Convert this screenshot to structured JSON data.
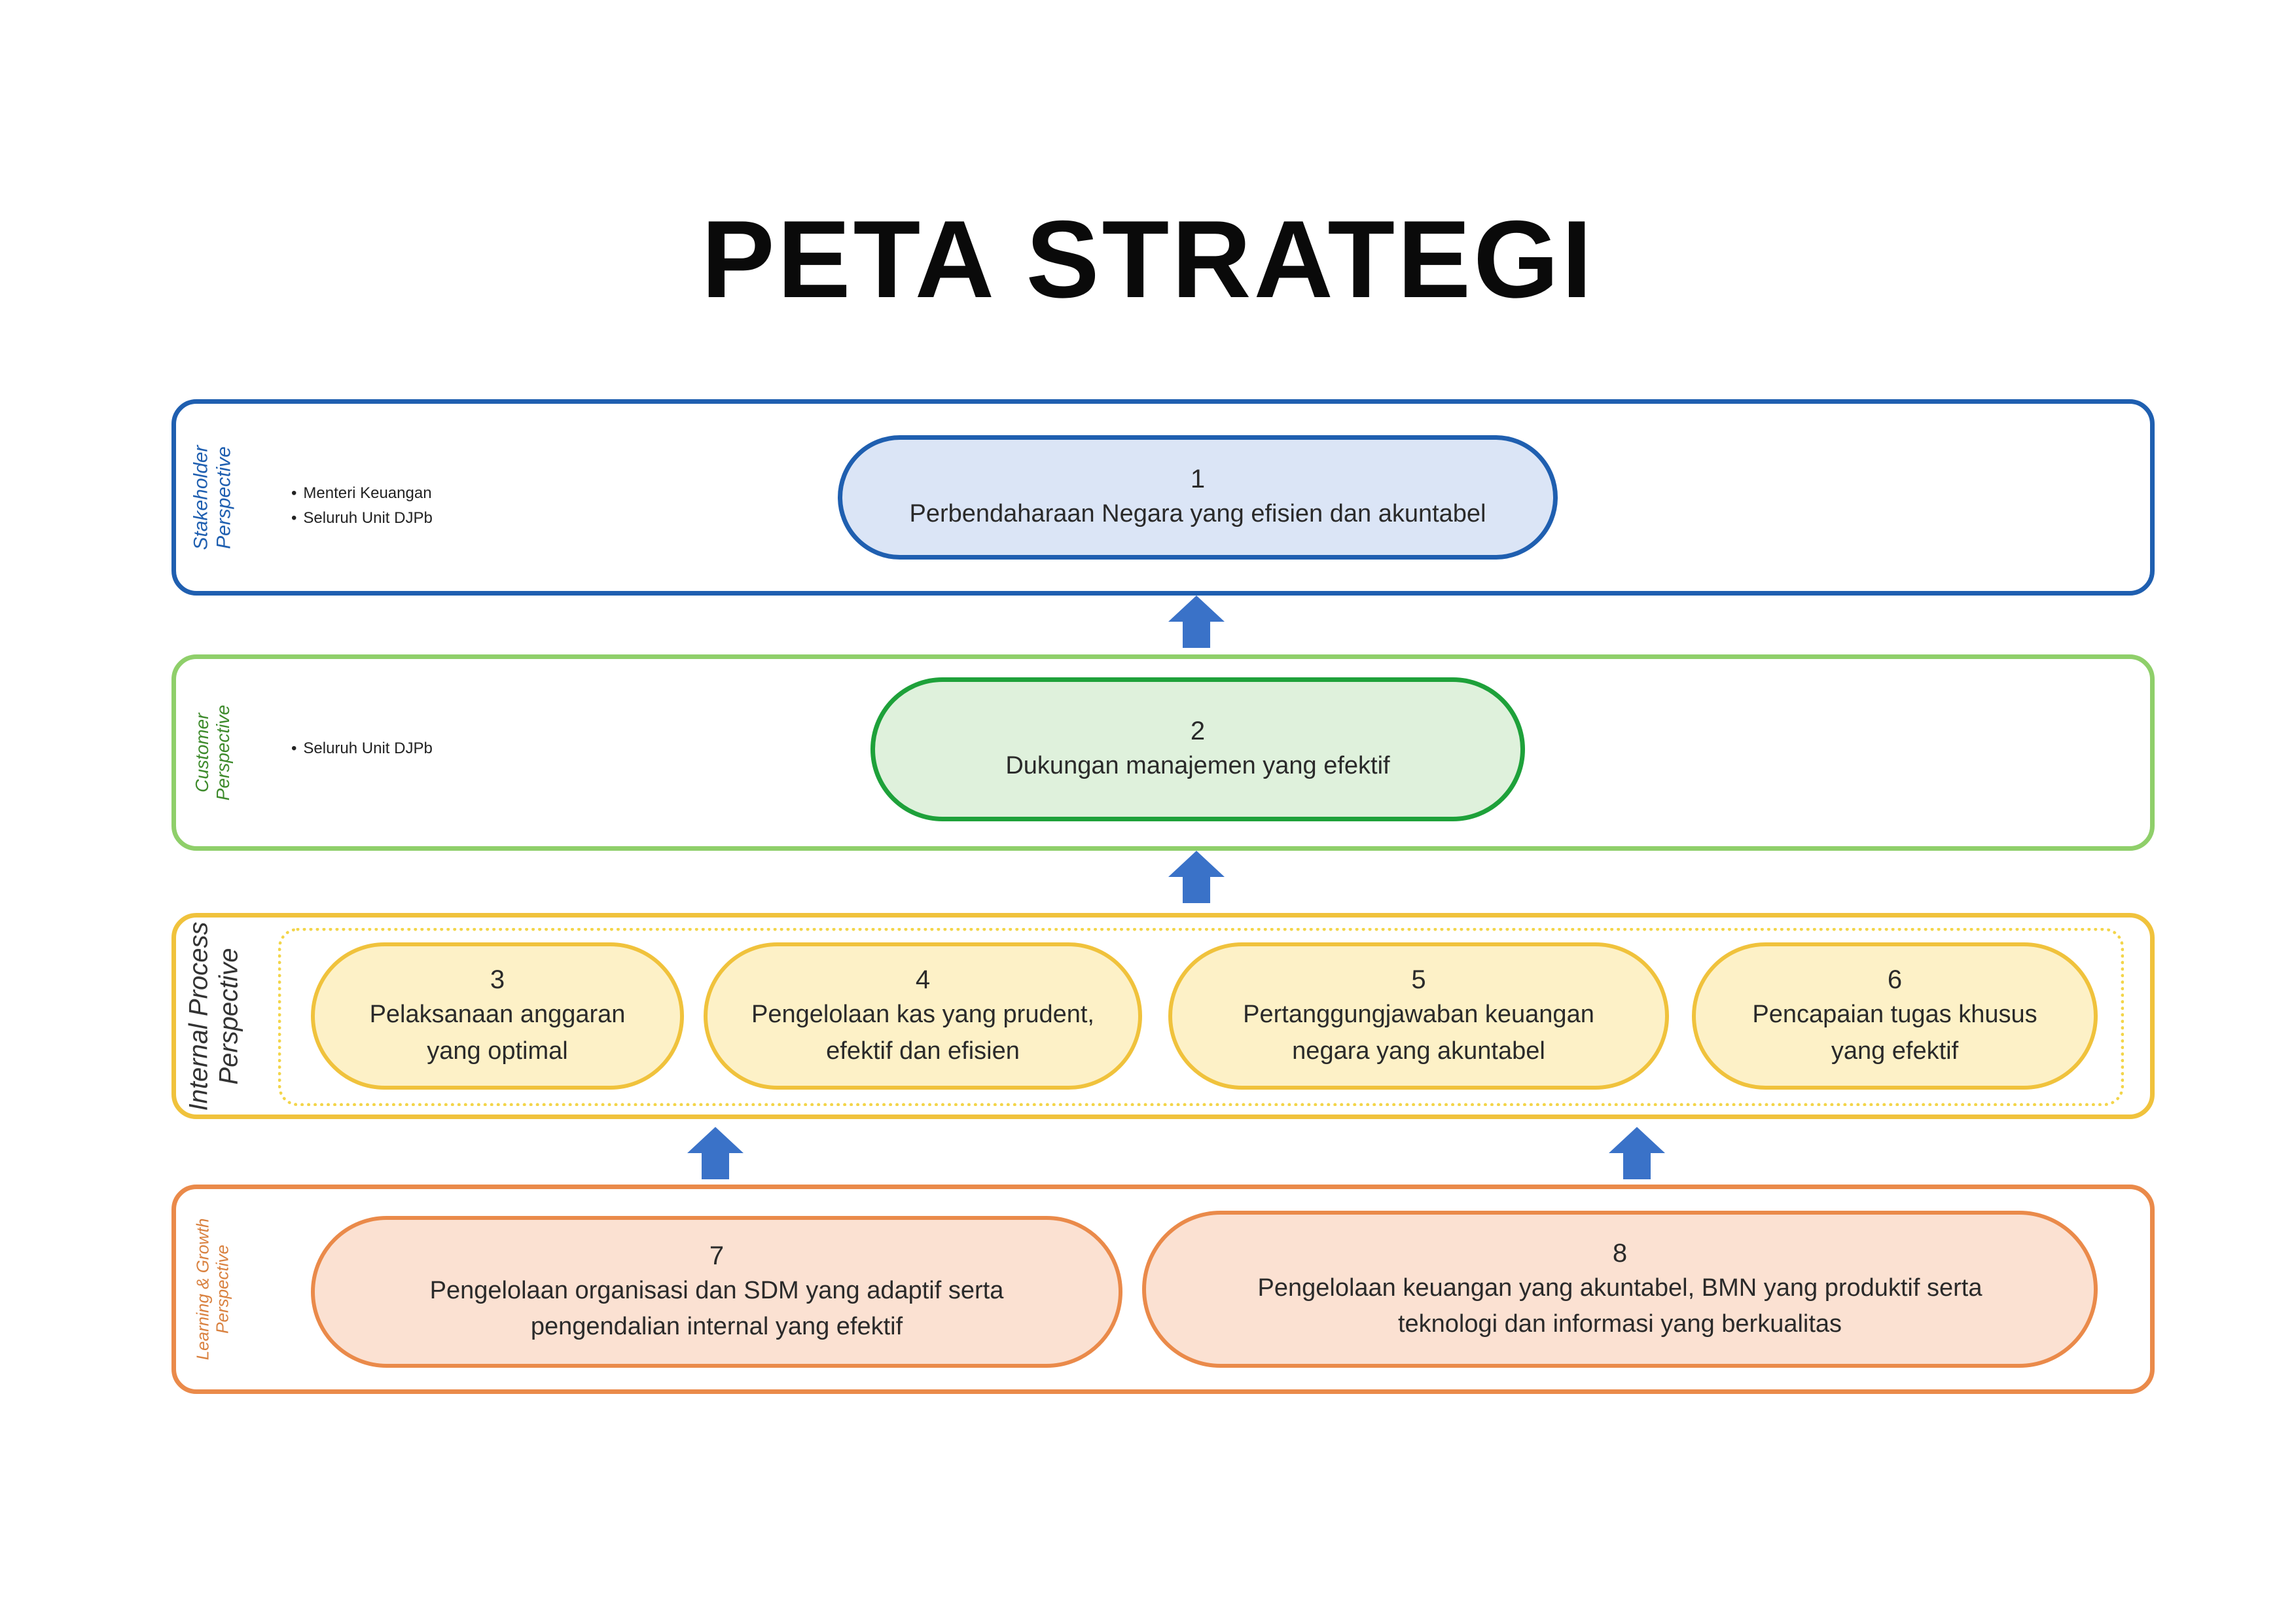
{
  "title": "PETA STRATEGI",
  "perspectives": {
    "stakeholder": {
      "label_lines": [
        "Stakeholder",
        "Perspective"
      ],
      "bullets": [
        "Menteri Keuangan",
        "Seluruh Unit DJPb"
      ]
    },
    "customer": {
      "label_lines": [
        "Customer",
        "Perspective"
      ],
      "bullets": [
        "Seluruh Unit DJPb"
      ]
    },
    "internal": {
      "label_lines": [
        "Internal Process",
        "Perspective"
      ]
    },
    "learning": {
      "label_lines": [
        "Learning & Growth",
        "Perspective"
      ]
    }
  },
  "objectives": [
    {
      "num": "1",
      "text": "Perbendaharaan Negara yang efisien dan akuntabel"
    },
    {
      "num": "2",
      "text": "Dukungan manajemen yang efektif"
    },
    {
      "num": "3",
      "text": "Pelaksanaan anggaran yang optimal"
    },
    {
      "num": "4",
      "text": "Pengelolaan kas yang prudent, efektif dan efisien"
    },
    {
      "num": "5",
      "text": "Pertanggungjawaban keuangan negara yang akuntabel"
    },
    {
      "num": "6",
      "text": "Pencapaian tugas khusus yang efektif"
    },
    {
      "num": "7",
      "text": "Pengelolaan organisasi dan SDM yang adaptif serta pengendalian internal yang efektif"
    },
    {
      "num": "8",
      "text": "Pengelolaan keuangan yang akuntabel, BMN yang produktif serta teknologi dan informasi yang berkualitas"
    }
  ],
  "colors": {
    "stakeholder": "#1f5fb0",
    "customer": "#8fcf6a",
    "internal": "#f0c23c",
    "learning": "#ea8a4a",
    "arrow": "#3a72c8"
  }
}
